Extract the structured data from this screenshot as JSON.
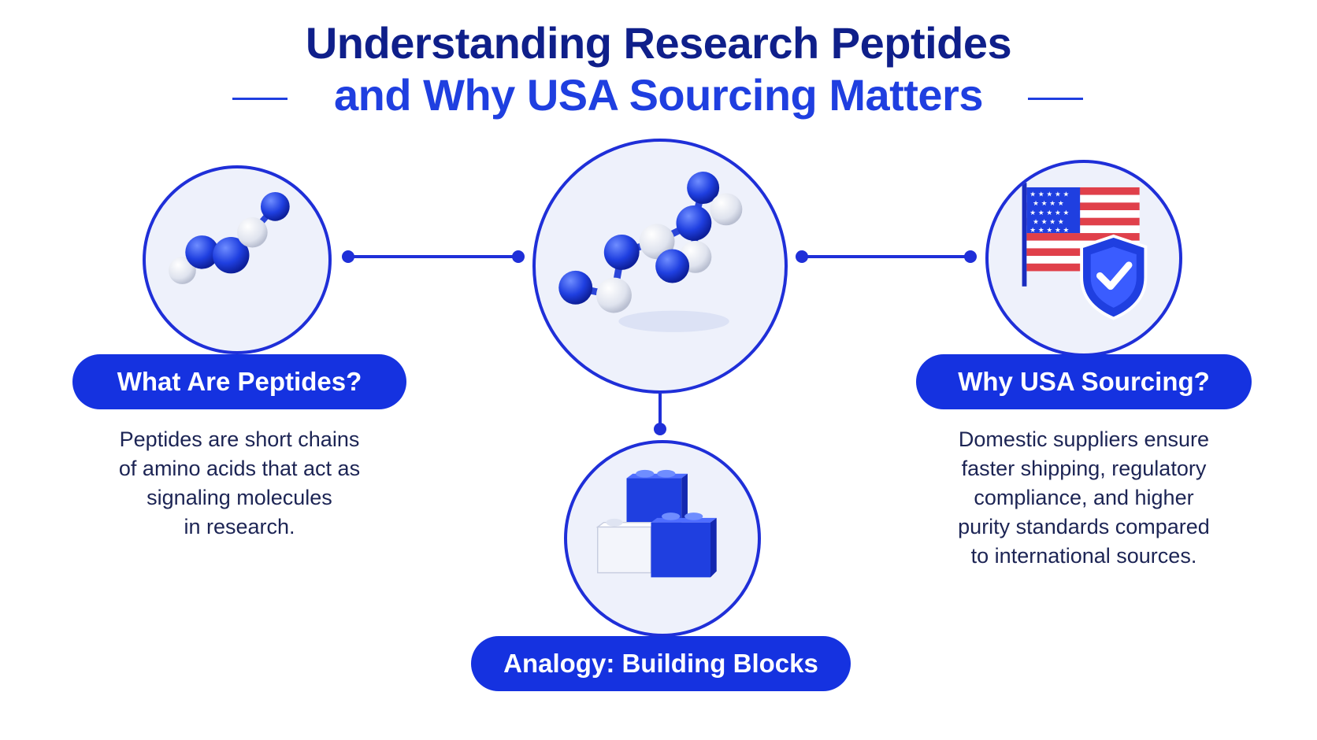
{
  "title": {
    "line1": "Understanding Research Peptides",
    "line2": "and Why USA Sourcing Matters"
  },
  "nodes": {
    "left": {
      "label": "What Are Peptides?",
      "description": [
        "Peptides are short chains",
        "of amino acids that act as",
        "signaling molecules",
        "in research."
      ],
      "icon": "peptide-chain-icon"
    },
    "center": {
      "icon": "molecule-model-icon"
    },
    "right": {
      "label": "Why USA Sourcing?",
      "description": [
        "Domestic suppliers ensure",
        "faster shipping, regulatory",
        "compliance, and higher",
        "purity standards compared",
        "to international sources."
      ],
      "icon": "usa-flag-shield-icon"
    },
    "bottom": {
      "label": "Analogy: Building Blocks",
      "icon": "building-blocks-icon"
    }
  },
  "colors": {
    "title_dark": "#0f1f8a",
    "accent_blue": "#1f3fe0",
    "pill_blue": "#1532e0",
    "circle_fill": "#eef1fb",
    "text": "#1c2454",
    "flag_red": "#e0404a"
  }
}
